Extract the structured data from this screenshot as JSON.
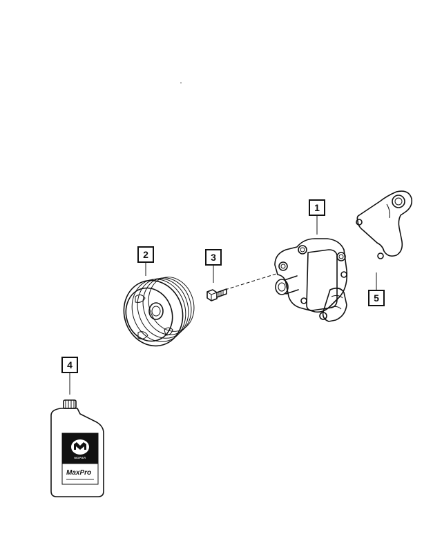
{
  "callouts": [
    {
      "id": "1",
      "label": "1",
      "part": "power-steering-pump"
    },
    {
      "id": "2",
      "label": "2",
      "part": "pulley"
    },
    {
      "id": "3",
      "label": "3",
      "part": "bolt"
    },
    {
      "id": "4",
      "label": "4",
      "part": "fluid-bottle"
    },
    {
      "id": "5",
      "label": "5",
      "part": "bracket"
    }
  ],
  "bottle": {
    "brand_mark": "MOPAR",
    "product_name": "MaxPro"
  }
}
